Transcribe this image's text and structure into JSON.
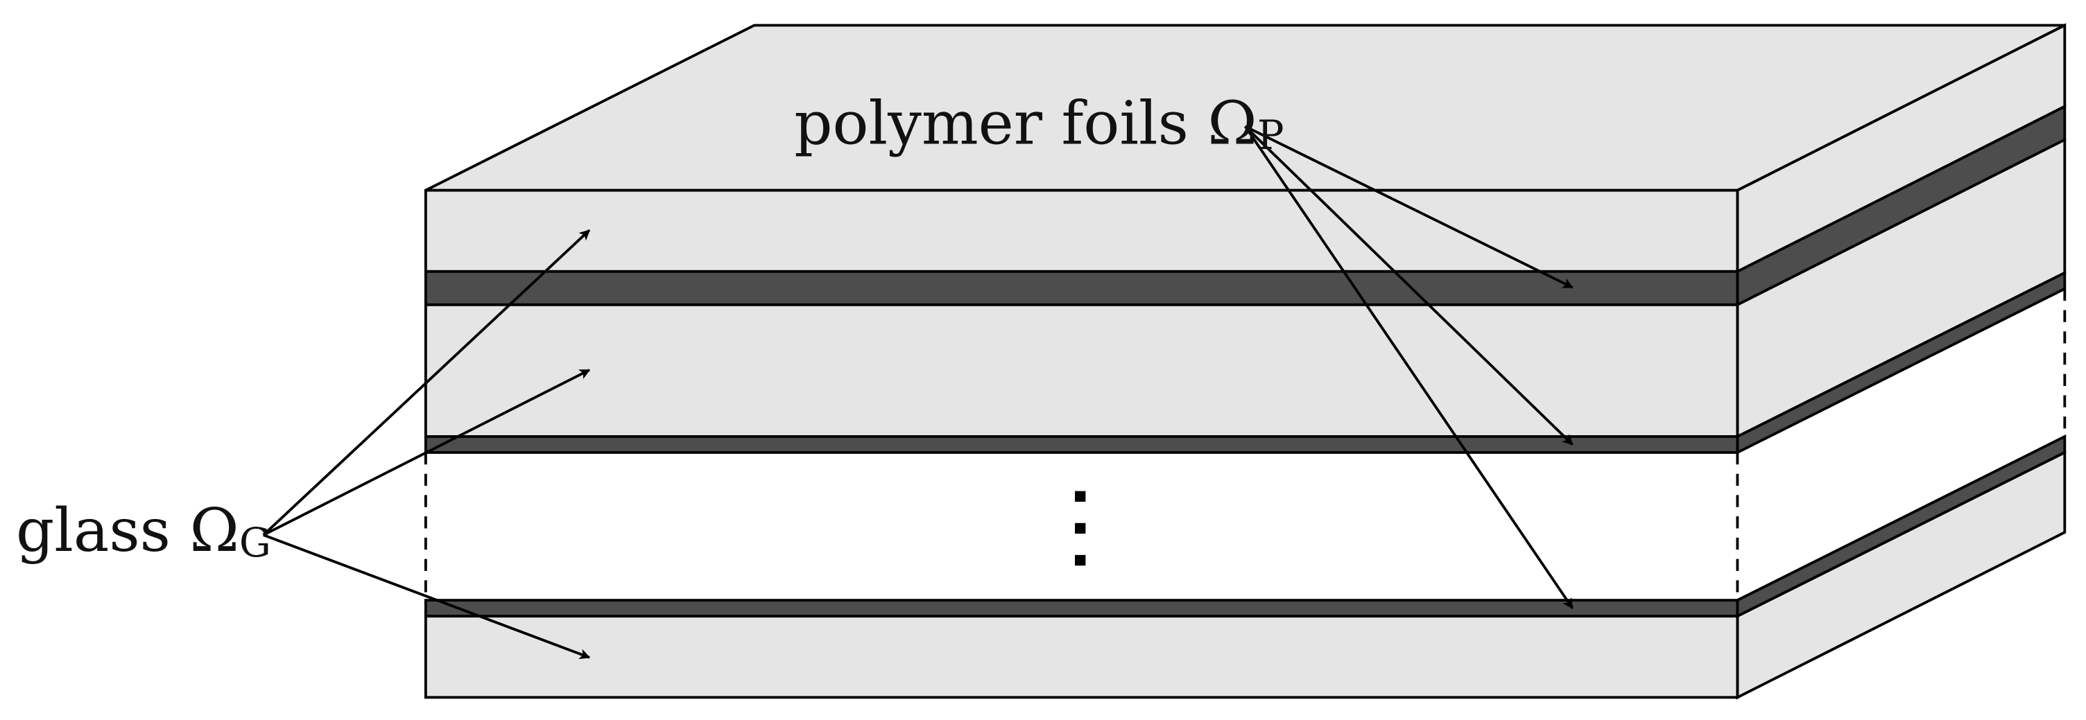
{
  "labels": {
    "polymer": "polymer foils Ω",
    "polymer_sub": "P",
    "glass": "glass Ω",
    "glass_sub": "G",
    "ellipsis": "⋮"
  },
  "colors": {
    "glass_fill": "#e5e5e5",
    "polymer_fill": "#4d4d4d",
    "stroke": "#000000",
    "background": "#ffffff"
  }
}
